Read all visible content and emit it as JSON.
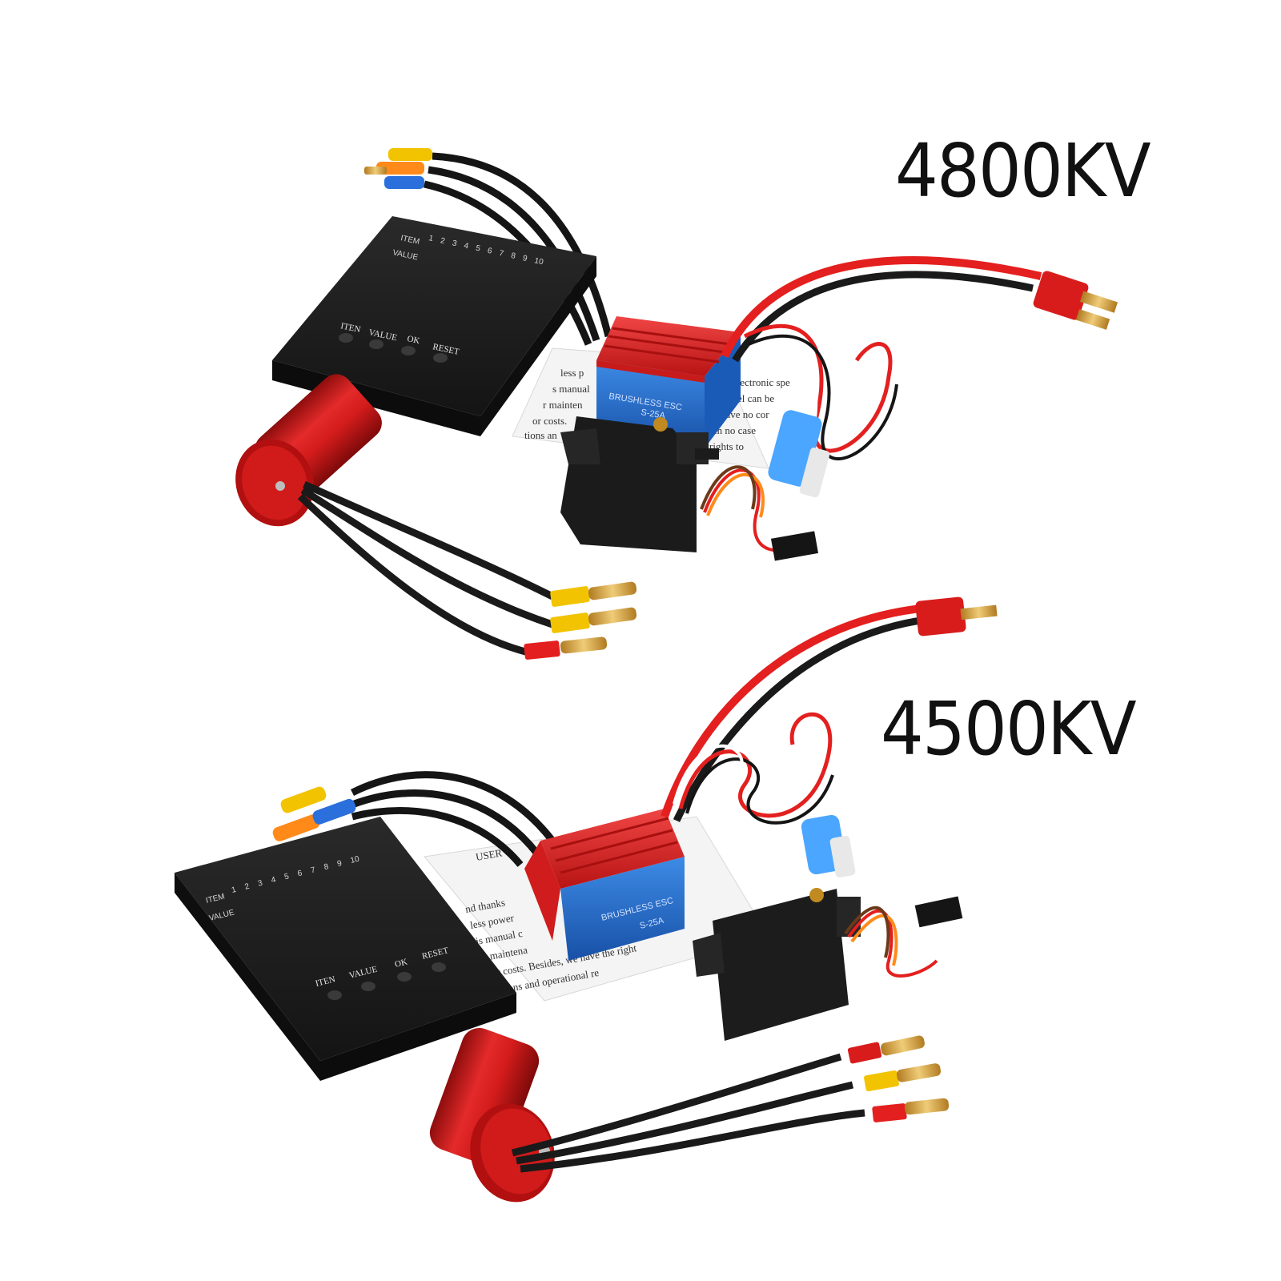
{
  "product_labels": {
    "top": "4800KV",
    "bottom": "4500KV"
  },
  "programming_card": {
    "item_label": "ITEM",
    "value_label": "VALUE",
    "numbers": [
      "1",
      "2",
      "3",
      "4",
      "5",
      "6",
      "7",
      "8",
      "9",
      "10"
    ],
    "buttons": {
      "item": "ITEN",
      "value": "VALUE",
      "ok": "OK",
      "reset": "RESET"
    }
  },
  "esc": {
    "brand_text": "BRUSHLESS ESC",
    "rating_text": "S-25A"
  },
  "manual": {
    "top_lines": [
      "electronic spe",
      "odel can be",
      "have no cor",
      "in no case",
      "rights to"
    ],
    "top_left_lines": [
      "less p",
      "s manual",
      "r mainten",
      "or costs.",
      "tions an"
    ],
    "bottom_lines": [
      "USER",
      "nd thanks",
      "less power",
      "is manual c",
      "r maintena",
      "or costs. Besides, we have the right",
      "tions and operational re"
    ]
  },
  "colors": {
    "motor_red": "#d81c1c",
    "esc_red": "#e02424",
    "esc_blue": "#1f6fd1",
    "card_black": "#1e1e1e",
    "connector_yellow": "#f2c300",
    "connector_gold": "#d9a640",
    "wire_red": "#e3201f"
  }
}
